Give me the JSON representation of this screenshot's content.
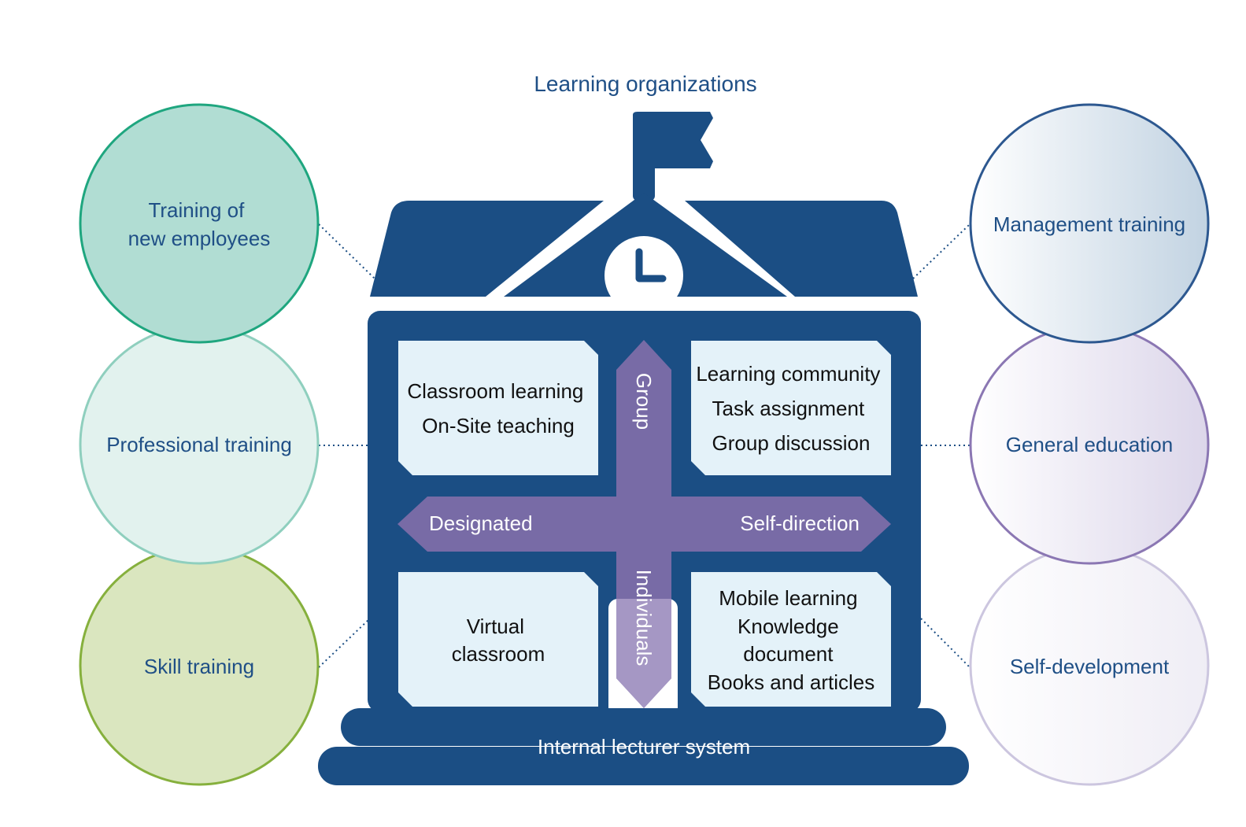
{
  "title": "Learning organizations",
  "colors": {
    "navy": "#1b4e84",
    "panel": "#e4f2f9",
    "purple": "#786ba6",
    "purple_light": "#a597c4",
    "label_blue": "#1f4f86"
  },
  "left_circles": [
    {
      "lines": [
        "Training of",
        "new employees"
      ],
      "fill": "#b1ddd3",
      "stroke": "#1fa67f"
    },
    {
      "lines": [
        "Professional training"
      ],
      "fill": "#e2f2ee",
      "stroke": "#8fcfbe"
    },
    {
      "lines": [
        "Skill training"
      ],
      "fill": "#dae6bf",
      "stroke": "#86b03d"
    }
  ],
  "right_circles": [
    {
      "lines": [
        "Management training"
      ],
      "fill": "#c2d3e2",
      "stroke": "#2d5890"
    },
    {
      "lines": [
        "General education"
      ],
      "fill": "#dcd6ea",
      "stroke": "#8b77b3"
    },
    {
      "lines": [
        "Self-development"
      ],
      "fill": "#efedf5",
      "stroke": "#ccc6df"
    }
  ],
  "panels": {
    "top_left": [
      "Classroom learning",
      "On-Site teaching"
    ],
    "top_right": [
      "Learning community",
      "Task assignment",
      "Group discussion"
    ],
    "bottom_left": [
      "Virtual",
      "classroom"
    ],
    "bottom_right": [
      "Mobile learning",
      "Knowledge",
      "document",
      "Books and articles"
    ]
  },
  "axes": {
    "up": "Group",
    "down": "Individuals",
    "left": "Designated",
    "right": "Self-direction"
  },
  "base_label": "Internal lecturer system",
  "icons": {
    "flag": "flag-icon",
    "clock": "clock-icon"
  }
}
